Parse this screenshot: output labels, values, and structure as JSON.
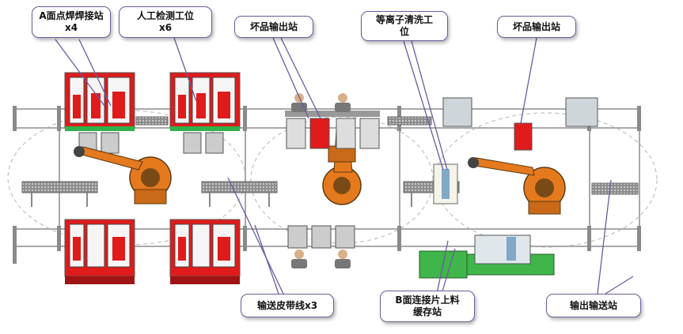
{
  "labels": {
    "station_a_weld": {
      "line1": "A面点焊焊接站",
      "line2": "x4"
    },
    "manual_inspect": {
      "line1": "人工检测工位",
      "line2": "x6"
    },
    "reject_out_left": {
      "line1": "坏品输出站"
    },
    "plasma_clean": {
      "line1": "等离子清洗工",
      "line2": "位"
    },
    "reject_out_right": {
      "line1": "坏品输出站"
    },
    "conveyor_belts": {
      "line1": "输送皮带线x3"
    },
    "b_side_buffer": {
      "line1": "B面连接片上料",
      "line2": "缓存站"
    },
    "output_conveyor": {
      "line1": "输出输送站"
    }
  },
  "colors": {
    "machine_red": "#e01b1b",
    "frame_gray": "#9a9a9a",
    "rail_gray": "#b8b8b8",
    "robot_orange": "#e5791e",
    "conveyor_green": "#3fb54a",
    "callout_border": "#6e5a9e",
    "leader_line": "#6e5a9e",
    "sensor_green": "#2db34a"
  },
  "icons": {
    "robot": "industrial-robot-arm-icon",
    "worker": "operator-figure-icon",
    "machine": "welding-cell-icon"
  }
}
